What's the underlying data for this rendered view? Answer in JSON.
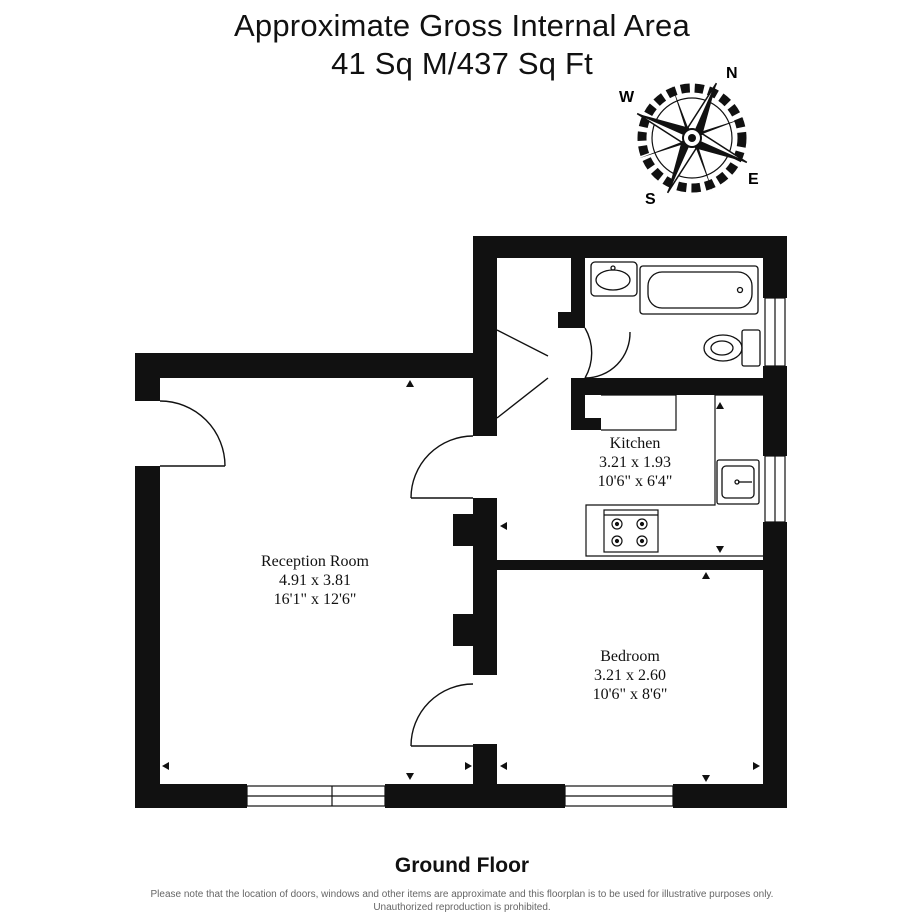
{
  "header": {
    "line1": "Approximate Gross Internal Area",
    "line2": "41 Sq M/437 Sq Ft"
  },
  "compass": {
    "n": "N",
    "e": "E",
    "s": "S",
    "w": "W"
  },
  "rooms": {
    "kitchen": {
      "name": "Kitchen",
      "metric": "3.21 x 1.93",
      "imperial": "10'6\" x 6'4\""
    },
    "reception": {
      "name": "Reception Room",
      "metric": "4.91 x 3.81",
      "imperial": "16'1\" x 12'6\""
    },
    "bedroom": {
      "name": "Bedroom",
      "metric": "3.21 x  2.60",
      "imperial": "10'6\" x 8'6\""
    }
  },
  "footer": {
    "floor": "Ground Floor",
    "disclaimer": "Please note that the location of doors, windows and other items are approximate and this floorplan is to be used for illustrative purposes only. Unauthorized reproduction is prohibited."
  }
}
